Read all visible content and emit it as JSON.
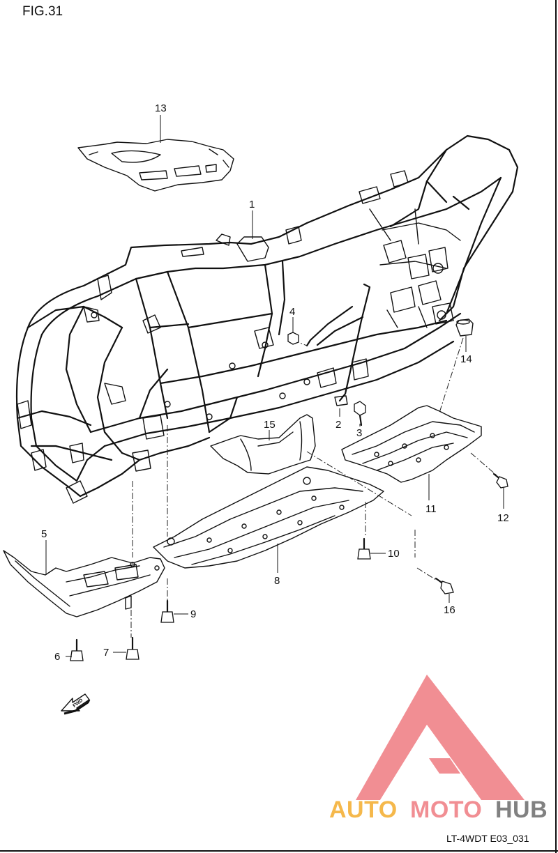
{
  "figure_title": "FIG.31",
  "drawing_code": "LT-4WDT E03_031",
  "fwd_label": "FWD",
  "watermark": {
    "text_part1": "AUTO",
    "text_part2": "MOTO",
    "text_part3": "HUB",
    "color_orange": "#f5b33c",
    "color_red": "#f0858a",
    "color_gray": "#777777"
  },
  "parts": [
    {
      "number": "1"
    },
    {
      "number": "2"
    },
    {
      "number": "3"
    },
    {
      "number": "4"
    },
    {
      "number": "5"
    },
    {
      "number": "6"
    },
    {
      "number": "7"
    },
    {
      "number": "8"
    },
    {
      "number": "9"
    },
    {
      "number": "10"
    },
    {
      "number": "11"
    },
    {
      "number": "12"
    },
    {
      "number": "13"
    },
    {
      "number": "14"
    },
    {
      "number": "15"
    },
    {
      "number": "16"
    }
  ]
}
